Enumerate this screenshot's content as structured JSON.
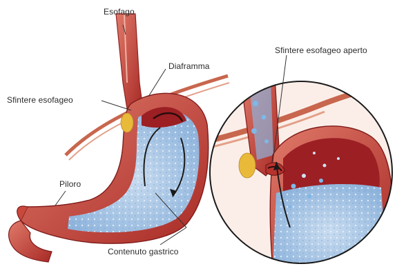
{
  "labels": {
    "esofago": "Esofago",
    "diaframma": "Diaframma",
    "sfintere_left": "Sfintere esofageo",
    "sfintere_open": "Sfintere esofageo aperto",
    "piloro": "Piloro",
    "contenuto": "Contenuto gastrico"
  },
  "colors": {
    "muscle": "#b8322c",
    "muscle_light": "#d9675b",
    "lining": "#e59a8a",
    "inner_red": "#9c1f24",
    "gastric_fluid": "#aac8e8",
    "fluid_drop": "#7fb8e6",
    "fat_yellow": "#e9b93a",
    "label_line": "#333333"
  }
}
